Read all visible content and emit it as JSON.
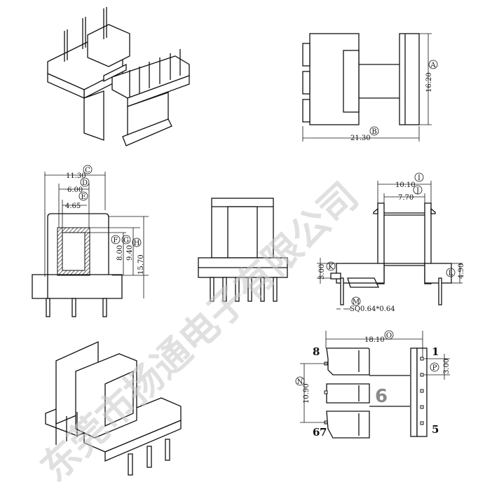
{
  "drawing": {
    "watermark": "东莞市扬通电子有限公司",
    "page_marker": "6",
    "top_view": {
      "height_dim": "16.20",
      "height_label": "A",
      "width_dim": "21.30",
      "width_label": "B"
    },
    "section_view": {
      "dims": [
        {
          "value": "11.30",
          "label": "C"
        },
        {
          "value": "6.00",
          "label": "D"
        },
        {
          "value": "4.65",
          "label": "E"
        },
        {
          "value": "8.00",
          "label": "F"
        },
        {
          "value": "9.40",
          "label": "G"
        },
        {
          "value": "15.70",
          "label": "H"
        }
      ]
    },
    "side_view": {
      "dims": [
        {
          "value": "10.10",
          "label": "I"
        },
        {
          "value": "7.70",
          "label": "J"
        },
        {
          "value": "3.00",
          "label": "K"
        },
        {
          "value": "4.90",
          "label": "L"
        },
        {
          "value": "SQ0.64*0.64",
          "label": "M"
        }
      ]
    },
    "bottom_view": {
      "dims": [
        {
          "value": "10.90",
          "label": "N"
        },
        {
          "value": "18.10",
          "label": "O"
        },
        {
          "value": "3.00",
          "label": "P"
        }
      ],
      "pins": [
        "8",
        "1",
        "6",
        "7",
        "5"
      ]
    }
  }
}
